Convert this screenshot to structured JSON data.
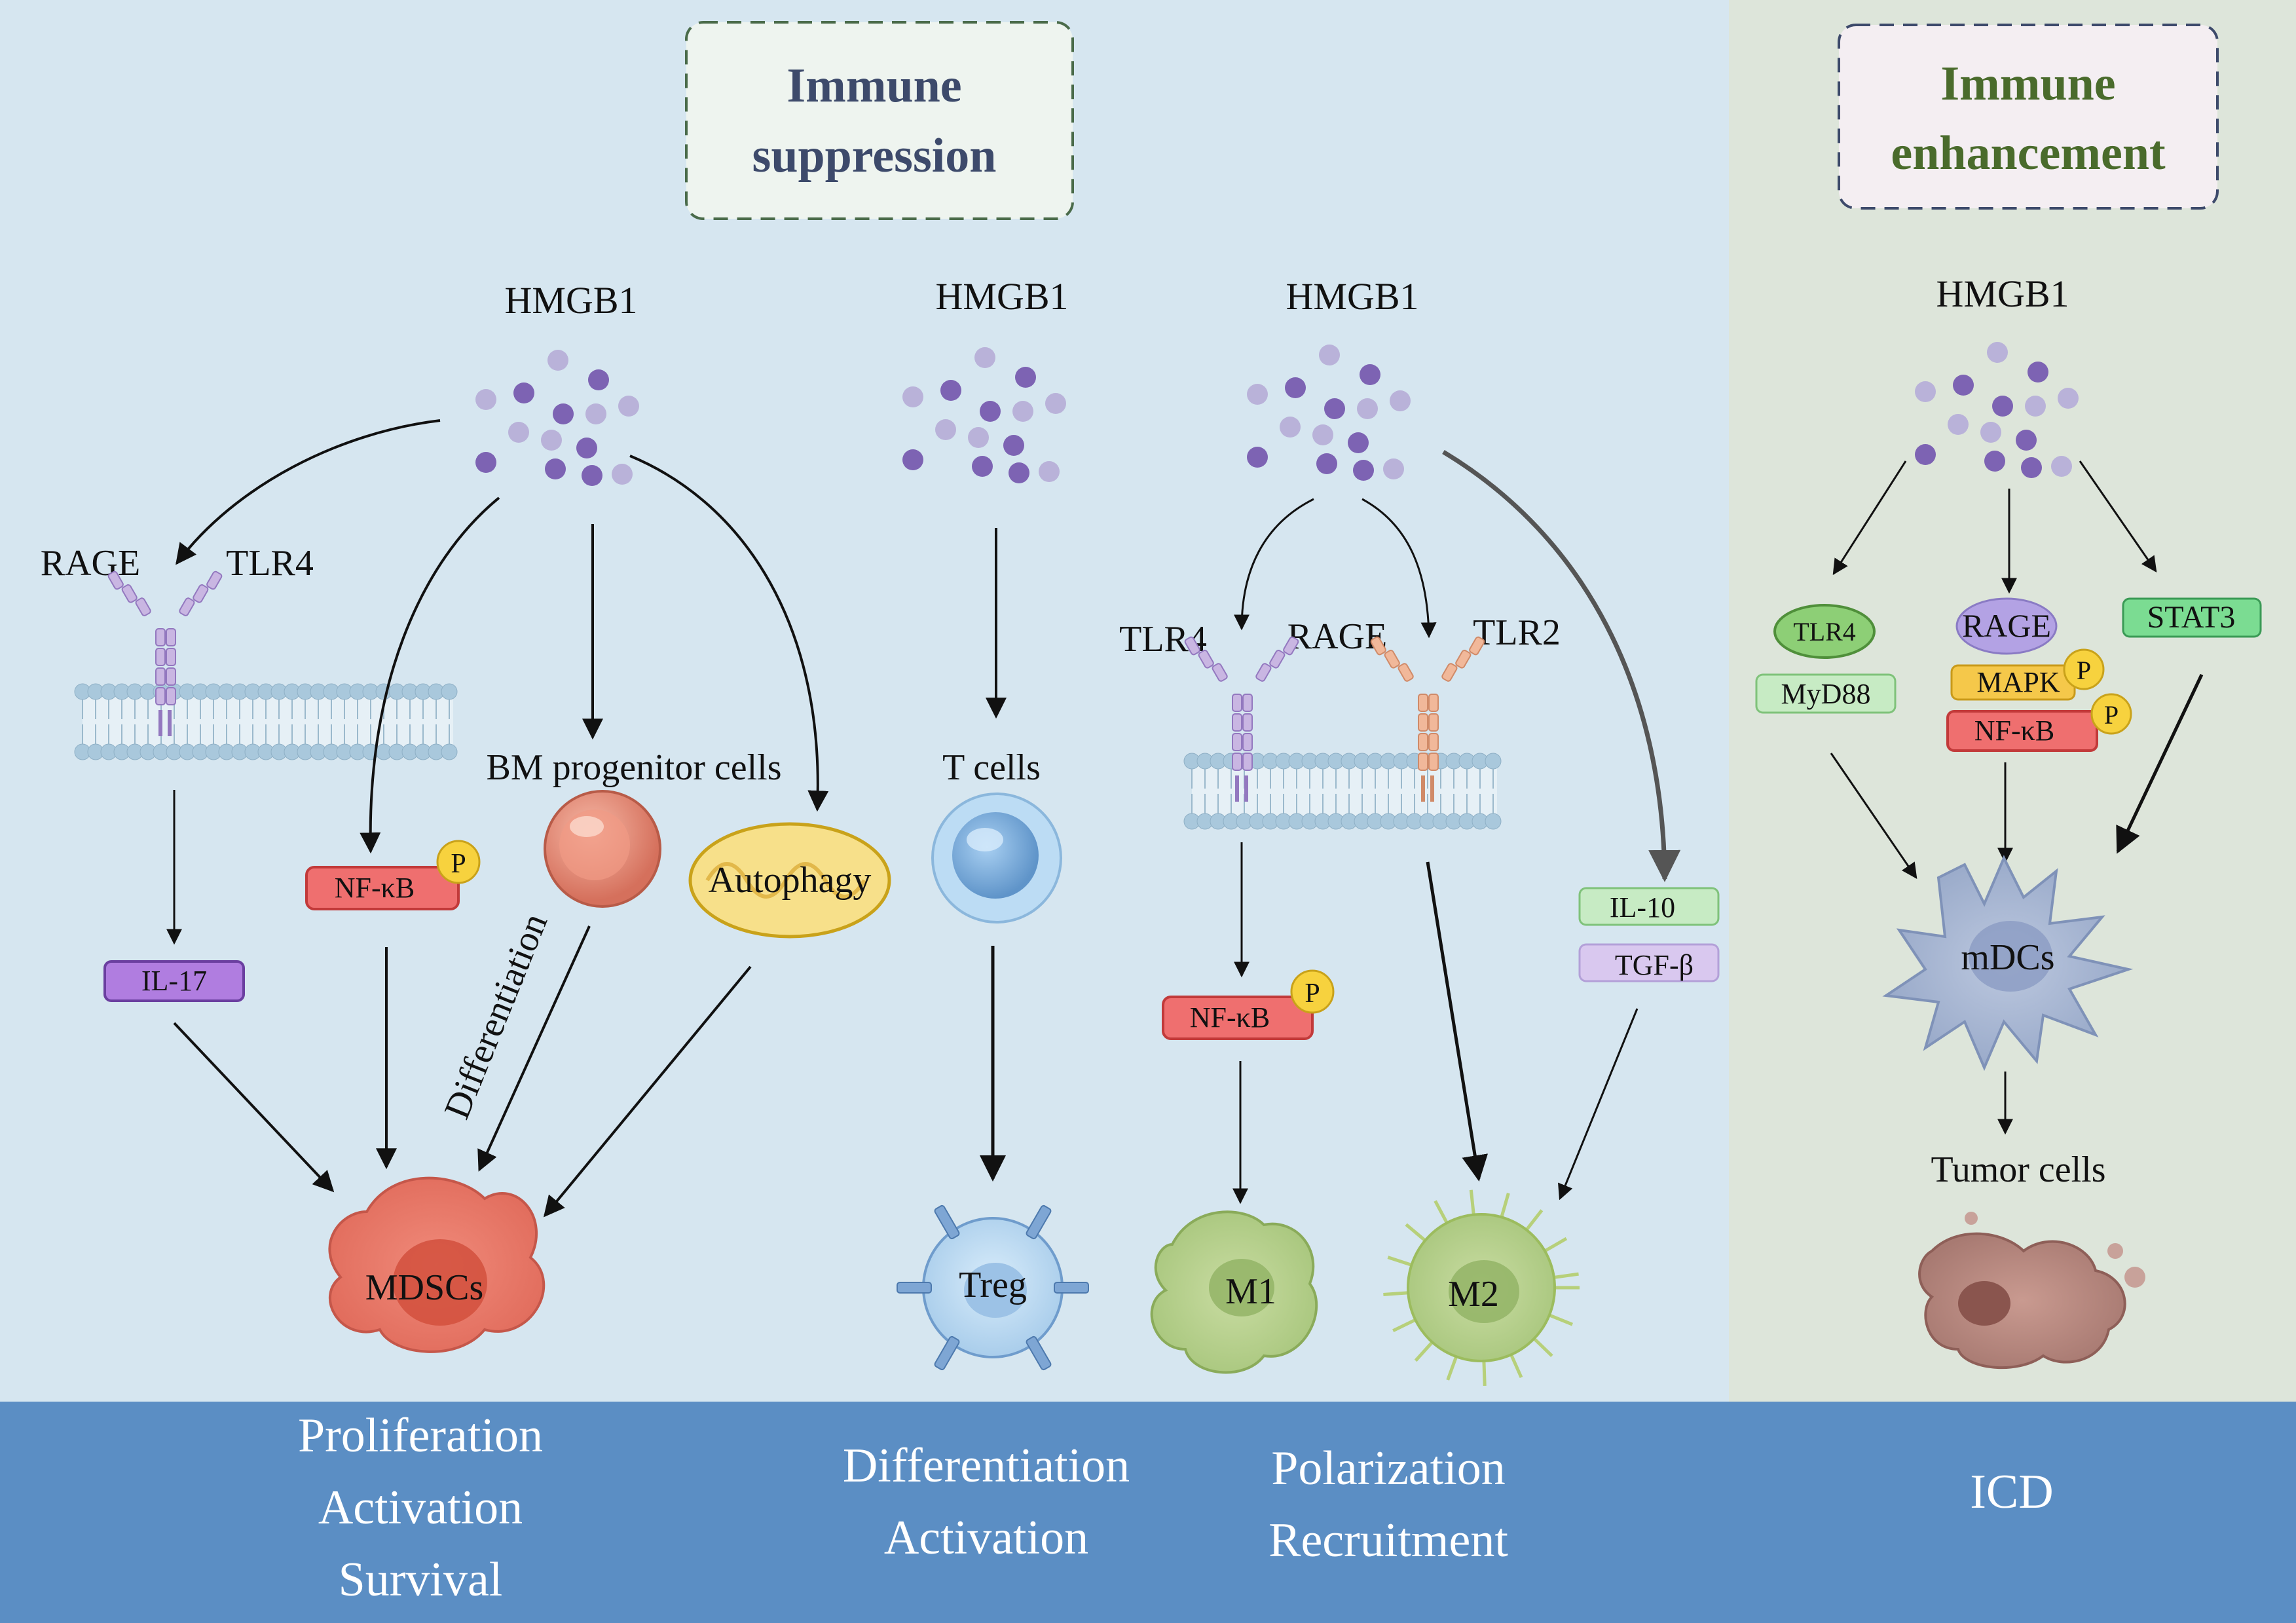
{
  "headers": {
    "suppression": [
      "Immune",
      "suppression"
    ],
    "enhancement": [
      "Immune",
      "enhancement"
    ]
  },
  "hmgb1_label": "HMGB1",
  "panel1": {
    "rage": "RAGE",
    "tlr4": "TLR4",
    "bm_progenitor": "BM progenitor cells",
    "nfkb": "NF-κB",
    "p": "P",
    "il17": "IL-17",
    "autophagy": "Autophagy",
    "differentiation": "Differentiation",
    "mdscs": "MDSCs"
  },
  "panel2": {
    "t_cells": "T cells",
    "treg": "Treg"
  },
  "panel3": {
    "tlr4": "TLR4",
    "rage": "RAGE",
    "tlr2": "TLR2",
    "nfkb": "NF-κB",
    "p": "P",
    "il10": "IL-10",
    "tgfb": "TGF-β",
    "m1": "M1",
    "m2": "M2"
  },
  "panel4": {
    "tlr4": "TLR4",
    "myd88": "MyD88",
    "rage": "RAGE",
    "mapk": "MAPK",
    "nfkb": "NF-κB",
    "p": "P",
    "stat3": "STAT3",
    "mdcs": "mDCs",
    "tumor_cells": "Tumor cells"
  },
  "bottom_labels": {
    "mdscs": [
      "Proliferation",
      "Activation",
      "Survival"
    ],
    "treg": [
      "Differentiation",
      "Activation"
    ],
    "macrophage": [
      "Polarization",
      "Recruitment"
    ],
    "icd": "ICD"
  },
  "colors": {
    "background_suppression": "#d6e6f0",
    "background_enhancement": "#dde5da",
    "bottom_bar": "#5b8ec4",
    "title_suppression": "#3d4a6b",
    "title_enhancement": "#4a6b2c",
    "nfkb_box": "#ef6f6f",
    "il17_box": "#b07de0",
    "il10_box": "#c7ebc4",
    "tgfb_box": "#d9c8ef",
    "mapk_box": "#f5c84a",
    "stat3_box": "#7bdc92",
    "phospho": "#f7d23e"
  }
}
